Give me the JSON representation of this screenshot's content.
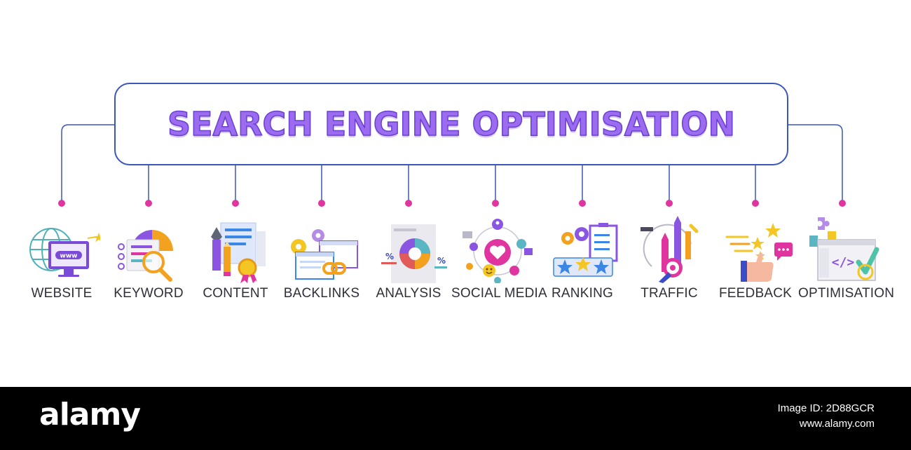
{
  "title": "SEARCH ENGINE OPTIMISATION",
  "items": [
    {
      "label": "WEBSITE",
      "icon": "website-globe-monitor-icon"
    },
    {
      "label": "KEYWORD",
      "icon": "keyword-magnifier-chart-icon"
    },
    {
      "label": "CONTENT",
      "icon": "content-pen-pencil-award-icon"
    },
    {
      "label": "BACKLINKS",
      "icon": "backlinks-chain-browser-icon"
    },
    {
      "label": "ANALYSIS",
      "icon": "analysis-donut-report-icon"
    },
    {
      "label": "SOCIAL MEDIA",
      "icon": "social-media-heart-network-icon"
    },
    {
      "label": "RANKING",
      "icon": "ranking-stars-clipboard-icon"
    },
    {
      "label": "TRAFFIC",
      "icon": "traffic-arrows-target-icon"
    },
    {
      "label": "FEEDBACK",
      "icon": "feedback-thumbs-up-stars-icon"
    },
    {
      "label": "OPTIMISATION",
      "icon": "optimisation-code-check-icon"
    }
  ],
  "icon_text": {
    "www": "www",
    "percent": "%",
    "code": "</>"
  },
  "colors": {
    "connector": "#3b57b8",
    "dot": "#e0349e",
    "title": "#9b6cf0",
    "footer": "#000000"
  },
  "footer": {
    "brand": "alamy",
    "image_id_label": "Image ID: 2D88GCR",
    "url": "www.alamy.com"
  }
}
